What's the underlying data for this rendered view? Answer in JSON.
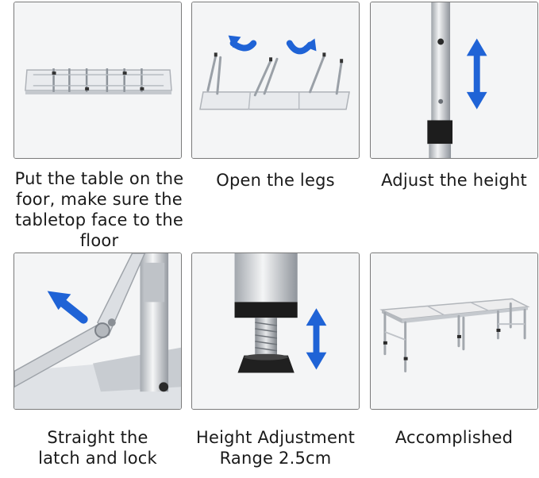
{
  "steps": [
    {
      "caption": "Put the table on the\nfoor, make sure the\ntabletop face to the floor",
      "image_icon": "folded-table-upside-down-image"
    },
    {
      "caption": "Open the legs",
      "image_icon": "table-open-legs-image"
    },
    {
      "caption": "Adjust the height",
      "image_icon": "leg-height-adjust-image"
    },
    {
      "caption": "Straight the\nlatch and lock",
      "image_icon": "leg-latch-lock-image"
    },
    {
      "caption": "Height Adjustment\nRange 2.5cm",
      "image_icon": "foot-screw-adjust-image"
    },
    {
      "caption": "Accomplished",
      "image_icon": "assembled-table-image"
    }
  ],
  "colors": {
    "arrow_blue": "#1f63d6",
    "panel_border": "#7a7a7a",
    "panel_bg": "#f3f4f5",
    "aluminum": "#c9ccd0"
  }
}
